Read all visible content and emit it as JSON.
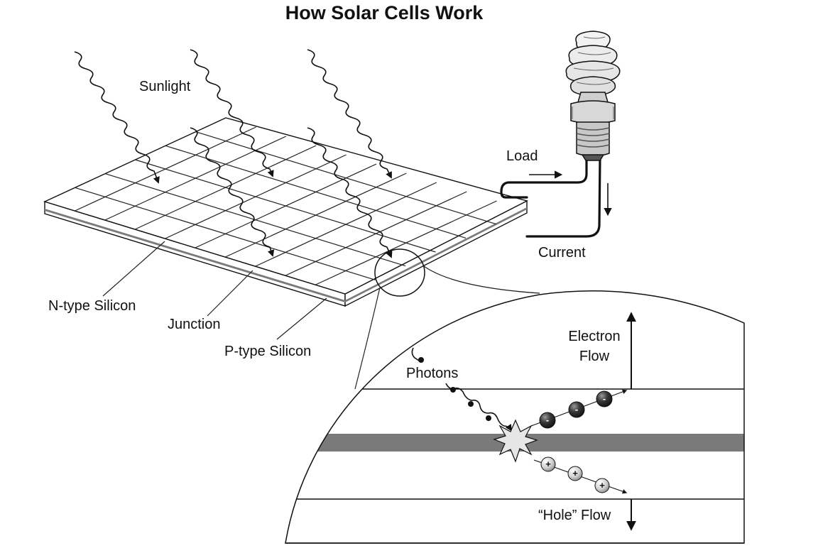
{
  "title": "How Solar Cells Work",
  "labels": {
    "sunlight": "Sunlight",
    "load": "Load",
    "current": "Current",
    "n_type": "N-type Silicon",
    "junction": "Junction",
    "p_type": "P-type Silicon",
    "electron_flow_1": "Electron",
    "electron_flow_2": "Flow",
    "photons": "Photons",
    "hole_flow": "“Hole” Flow"
  },
  "symbols": {
    "electron": "-",
    "hole": "+"
  },
  "colors": {
    "ink": "#111111",
    "panel_face": "#ffffff",
    "junction_band": "#7a7a7a",
    "electron_fill": "#3a3a3a",
    "hole_fill": "#d0d0d0"
  }
}
